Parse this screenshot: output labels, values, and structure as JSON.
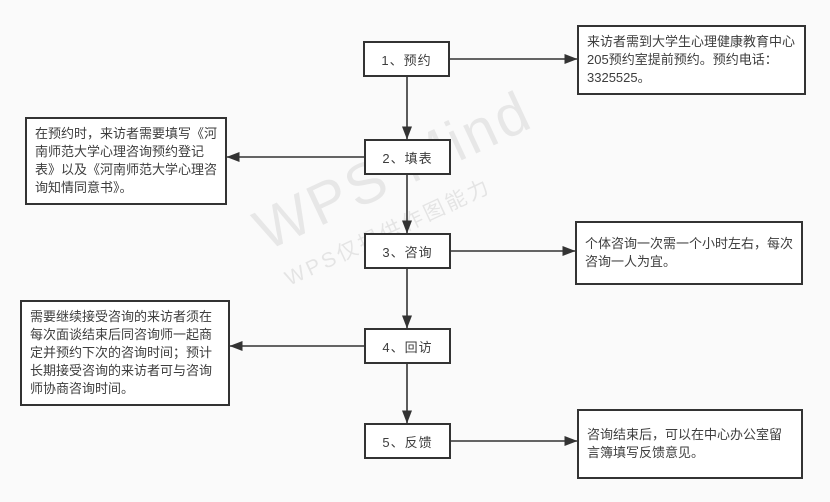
{
  "watermark": {
    "line1": "WPS Mind",
    "line2": "WPS仅提供作图能力"
  },
  "flowchart": {
    "title_hint": "心理咨询流程图",
    "steps": [
      {
        "id": 1,
        "label": "1、预约"
      },
      {
        "id": 2,
        "label": "2、填表"
      },
      {
        "id": 3,
        "label": "3、咨询"
      },
      {
        "id": 4,
        "label": "4、回访"
      },
      {
        "id": 5,
        "label": "5、反馈"
      }
    ],
    "notes": [
      {
        "for_step": "1、预约",
        "side": "right",
        "text": "来访者需到大学生心理健康教育中心205预约室提前预约。预约电话：3325525。"
      },
      {
        "for_step": "2、填表",
        "side": "left",
        "text": "在预约时，来访者需要填写《河南师范大学心理咨询预约登记表》以及《河南师范大学心理咨询知情同意书》。"
      },
      {
        "for_step": "3、咨询",
        "side": "right",
        "text": "个体咨询一次需一个小时左右，每次咨询一人为宜。"
      },
      {
        "for_step": "4、回访",
        "side": "left",
        "text": "需要继续接受咨询的来访者须在每次面谈结束后同咨询师一起商定并预约下次的咨询时间；预计长期接受咨询的来访者可与咨询师协商咨询时间。"
      },
      {
        "for_step": "5、反馈",
        "side": "right",
        "text": "咨询结束后，可以在中心办公室留言簿填写反馈意见。"
      }
    ],
    "edges": [
      {
        "from": "1、预约",
        "to": "note-right-1",
        "direction": "right"
      },
      {
        "from": "1、预约",
        "to": "2、填表",
        "direction": "down"
      },
      {
        "from": "2、填表",
        "to": "note-left-2",
        "direction": "left"
      },
      {
        "from": "2、填表",
        "to": "3、咨询",
        "direction": "down"
      },
      {
        "from": "3、咨询",
        "to": "note-right-3",
        "direction": "right"
      },
      {
        "from": "3、咨询",
        "to": "4、回访",
        "direction": "down"
      },
      {
        "from": "4、回访",
        "to": "note-left-4",
        "direction": "left"
      },
      {
        "from": "4、回访",
        "to": "5、反馈",
        "direction": "down"
      },
      {
        "from": "5、反馈",
        "to": "note-right-5",
        "direction": "right"
      }
    ],
    "colors": {
      "background": "#fafafa",
      "node_fill": "#ffffff",
      "node_border": "#333333",
      "arrow": "#333333",
      "text": "#3d3d3d",
      "watermark": "#e6e6e6"
    }
  }
}
